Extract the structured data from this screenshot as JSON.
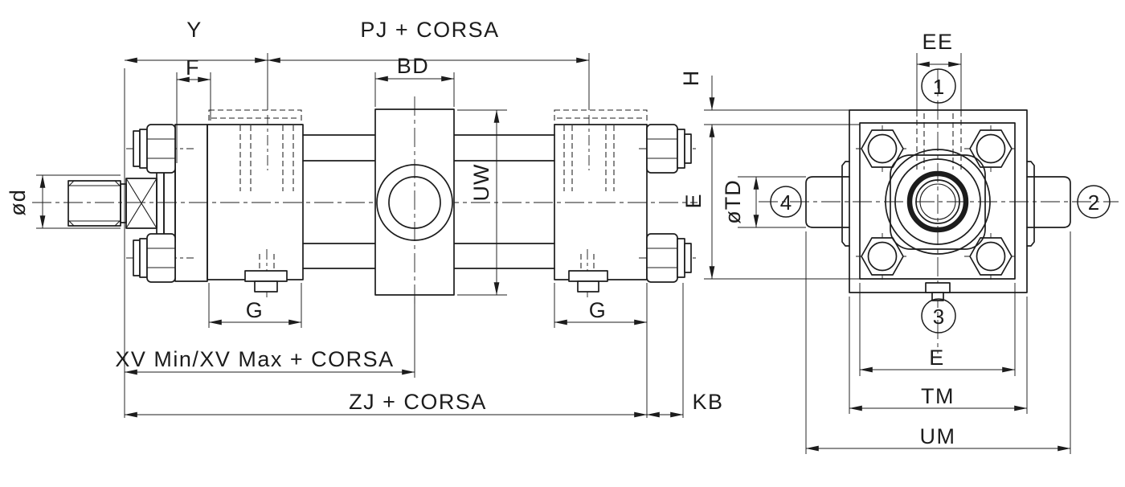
{
  "drawing_title": "trunnion-mounted hydraulic cylinder dimensional drawing",
  "colors": {
    "line": "#1c1c1c",
    "background": "#ffffff"
  },
  "side_view": {
    "labels": {
      "y": "Y",
      "pj_corsa": "PJ + CORSA",
      "f": "F",
      "bd": "BD",
      "uw": "UW",
      "rod_diameter": "ød",
      "g_left": "G",
      "g_right": "G",
      "xv_corsa": "XV Min/XV Max + CORSA",
      "zj_corsa": "ZJ + CORSA",
      "kb": "KB"
    }
  },
  "end_view": {
    "labels": {
      "ee": "EE",
      "h": "H",
      "e_vertical": "E",
      "td_diameter": "øTD",
      "e_horizontal": "E",
      "tm": "TM",
      "um": "UM"
    },
    "balloons": {
      "port_top": "1",
      "pin_right": "2",
      "bleed_bottom": "3",
      "pin_left": "4"
    }
  }
}
